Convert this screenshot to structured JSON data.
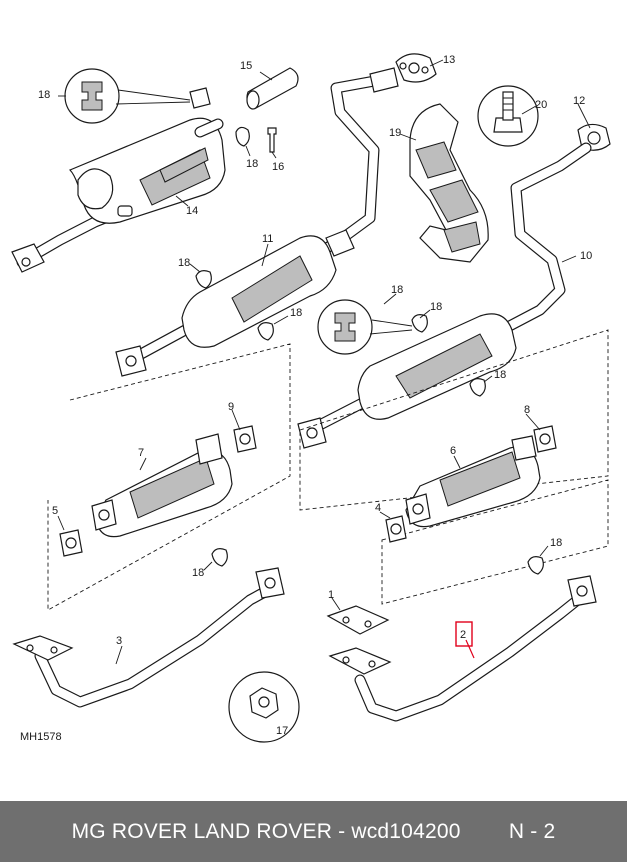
{
  "diagram": {
    "code": "MH1578",
    "labels": {
      "l1": "1",
      "l2": "2",
      "l3": "3",
      "l4": "4",
      "l5": "5",
      "l6": "6",
      "l7": "7",
      "l8": "8",
      "l9": "9",
      "l10": "10",
      "l11": "11",
      "l12": "12",
      "l13": "13",
      "l14": "14",
      "l15": "15",
      "l16": "16",
      "l17": "17",
      "l18a": "18",
      "l18b": "18",
      "l18c": "18",
      "l18d": "18",
      "l18e": "18",
      "l18f": "18",
      "l18g": "18",
      "l18h": "18",
      "l18i": "18",
      "l19": "19",
      "l20": "20"
    },
    "highlight_color": "#e0001b"
  },
  "footer": {
    "title": "MG ROVER LAND ROVER - wcd104200",
    "page": "N - 2"
  }
}
